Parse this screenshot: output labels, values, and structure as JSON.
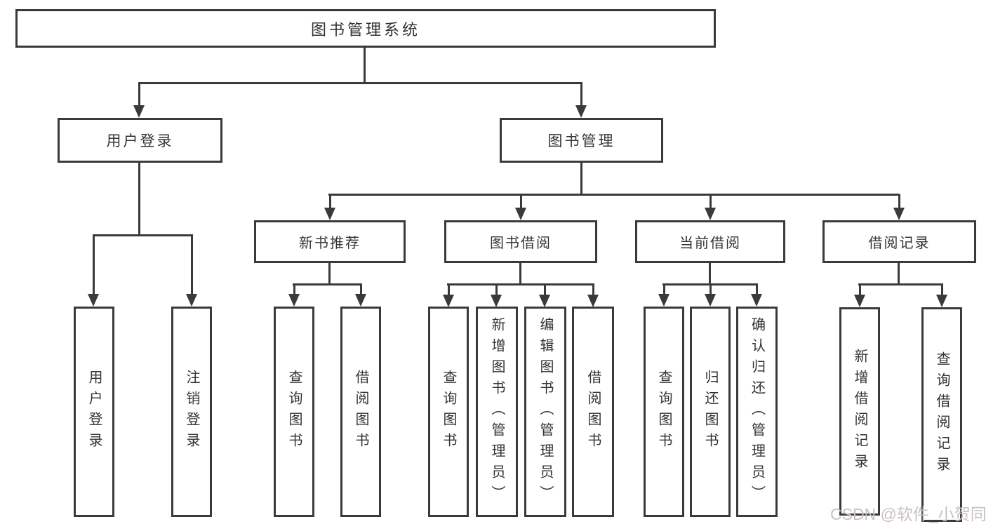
{
  "diagram": {
    "title": "图书管理系统",
    "root": {
      "label": "图书管理系统"
    },
    "level2": [
      {
        "label": "用户登录"
      },
      {
        "label": "图书管理"
      }
    ],
    "level3": [
      {
        "label": "新书推荐",
        "parent": "图书管理"
      },
      {
        "label": "图书借阅",
        "parent": "图书管理"
      },
      {
        "label": "当前借阅",
        "parent": "图书管理"
      },
      {
        "label": "借阅记录",
        "parent": "图书管理"
      }
    ],
    "leaves": [
      {
        "label": "用户登录",
        "parent": "用户登录"
      },
      {
        "label": "注销登录",
        "parent": "用户登录"
      },
      {
        "label": "查询图书",
        "parent": "新书推荐"
      },
      {
        "label": "借阅图书",
        "parent": "新书推荐"
      },
      {
        "label": "查询图书",
        "parent": "图书借阅"
      },
      {
        "label": "新增图书（管理员）",
        "parent": "图书借阅"
      },
      {
        "label": "编辑图书（管理员）",
        "parent": "图书借阅"
      },
      {
        "label": "借阅图书",
        "parent": "图书借阅"
      },
      {
        "label": "查询图书",
        "parent": "当前借阅"
      },
      {
        "label": "归还图书",
        "parent": "当前借阅"
      },
      {
        "label": "确认归还（管理员）",
        "parent": "当前借阅"
      },
      {
        "label": "新增借阅记录",
        "parent": "借阅记录"
      },
      {
        "label": "查询借阅记录",
        "parent": "借阅记录"
      }
    ],
    "watermark": "CSDN @软件_小贺同学",
    "colors": {
      "line": "#3a3a3a",
      "text": "#333333",
      "box_background": "#ffffff",
      "watermark": "#cbc0c1"
    }
  }
}
